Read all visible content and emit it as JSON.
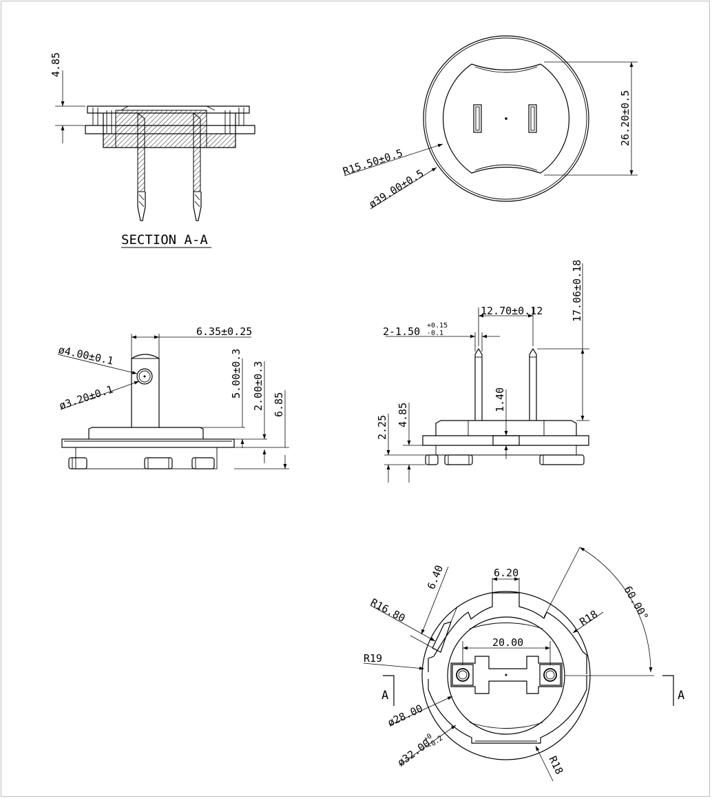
{
  "colors": {
    "ink": "#000000",
    "paper": "#ffffff",
    "frame": "#bdbdbd"
  },
  "section_view": {
    "title": "SECTION A-A",
    "dim_height": "4.85"
  },
  "top_view": {
    "dim_radius": "R15.50±0.5",
    "dim_diameter": "ø39.00±0.5",
    "dim_width": "26.20±0.5"
  },
  "side_view": {
    "dim_pin_diameter_outer": "ø4.00±0.1",
    "dim_pin_diameter_inner": "ø3.20±0.1",
    "dim_pin_offset": "6.35±0.25",
    "dim_pin_height": "5.00±0.3",
    "dim_step": "2.00±0.3",
    "dim_total": "6.85"
  },
  "front_view": {
    "dim_pin_width_main": "2-1.50",
    "dim_pin_width_upper_tol": "+0.15",
    "dim_pin_width_lower_tol": "-0.1",
    "dim_pin_spacing": "12.70±0.12",
    "dim_pin_length": "17.06±0.18",
    "dim_pin_gap": "1.40",
    "dim_base": "2.25",
    "dim_body": "4.85"
  },
  "bottom_view": {
    "dim_slot_depth": "6.40",
    "dim_slot_width": "6.20",
    "dim_angle": "60.00°",
    "dim_r16": "R16.80",
    "dim_r18_upper": "R18",
    "dim_r19": "R19",
    "dim_span": "20.00",
    "dim_inner_dia": "ø28.00",
    "dim_outer_dia_main": "ø32.00",
    "dim_outer_dia_upper_tol": "+0",
    "dim_outer_dia_lower_tol": "-0.2",
    "dim_r18_lower": "R18",
    "section_mark_left": "A",
    "section_mark_right": "A"
  }
}
